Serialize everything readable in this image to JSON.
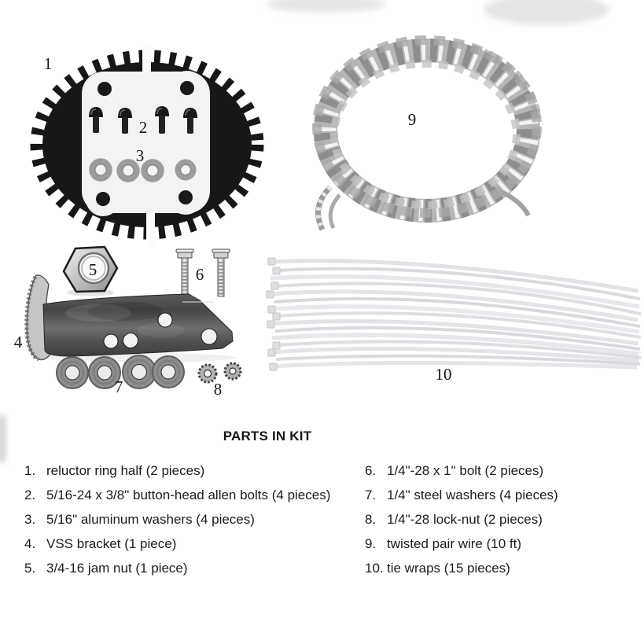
{
  "figure": {
    "callouts": [
      "1",
      "2",
      "3",
      "4",
      "5",
      "6",
      "7",
      "8",
      "9",
      "10"
    ]
  },
  "parts_list": {
    "title": "PARTS IN KIT",
    "left": [
      {
        "num": "1.",
        "text": "reluctor ring half (2 pieces)"
      },
      {
        "num": "2.",
        "text": "5/16-24 x 3/8\" button-head allen bolts (4 pieces)"
      },
      {
        "num": "3.",
        "text": "5/16\" aluminum washers (4 pieces)"
      },
      {
        "num": "4.",
        "text": "VSS bracket (1 piece)"
      },
      {
        "num": "5.",
        "text": "3/4-16 jam nut (1 piece)"
      }
    ],
    "right": [
      {
        "num": "6.",
        "text": "1/4\"-28 x 1\" bolt (2 pieces)"
      },
      {
        "num": "7.",
        "text": "1/4\" steel washers (4 pieces)"
      },
      {
        "num": "8.",
        "text": "1/4\"-28 lock-nut (2 pieces)"
      },
      {
        "num": "9.",
        "text": "twisted pair wire (10 ft)"
      },
      {
        "num": "10.",
        "text": "tie wraps (15 pieces)"
      }
    ]
  }
}
